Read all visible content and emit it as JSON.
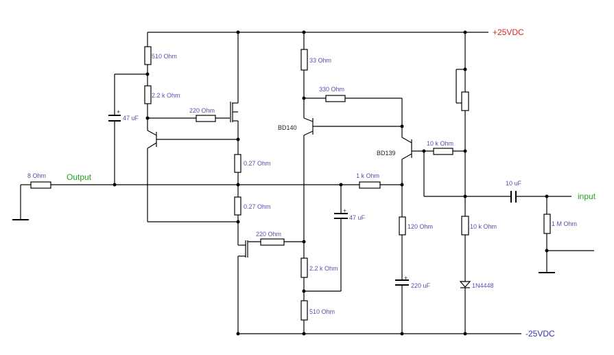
{
  "rails": {
    "positive": "+25VDC",
    "negative": "-25VDC"
  },
  "io": {
    "output": "Output",
    "input": "input"
  },
  "colors": {
    "positive_rail": "#e02020",
    "negative_rail": "#3030b0",
    "io_label": "#20a020",
    "component_label": "#5050b0"
  },
  "components": {
    "r_510_top": "510  Ohm",
    "r_2k2_top": "2.2 k Ohm",
    "r_220_top": "220  Ohm",
    "c_47u_left": "47 uF",
    "r_8_load": "8  Ohm",
    "r_027_top": "0.27  Ohm",
    "r_027_bot": "0.27  Ohm",
    "r_220_bot": "220  Ohm",
    "r_33": "33  Ohm",
    "r_330": "330  Ohm",
    "q_bd140": "BD140",
    "q_bd139": "BD139",
    "r_1k": "1 k Ohm",
    "c_47u_mid": "47 uF",
    "r_2k2_bot": "2.2 k Ohm",
    "r_510_bot": "510  Ohm",
    "r_120": "120  Ohm",
    "c_220u": "220 uF",
    "r_10k_fb": "10 k Ohm",
    "c_10u_in": "10 uF",
    "r_1M": "1 M Ohm",
    "r_10k_bias": "10 k Ohm",
    "d_1n4448": "1N4448"
  }
}
